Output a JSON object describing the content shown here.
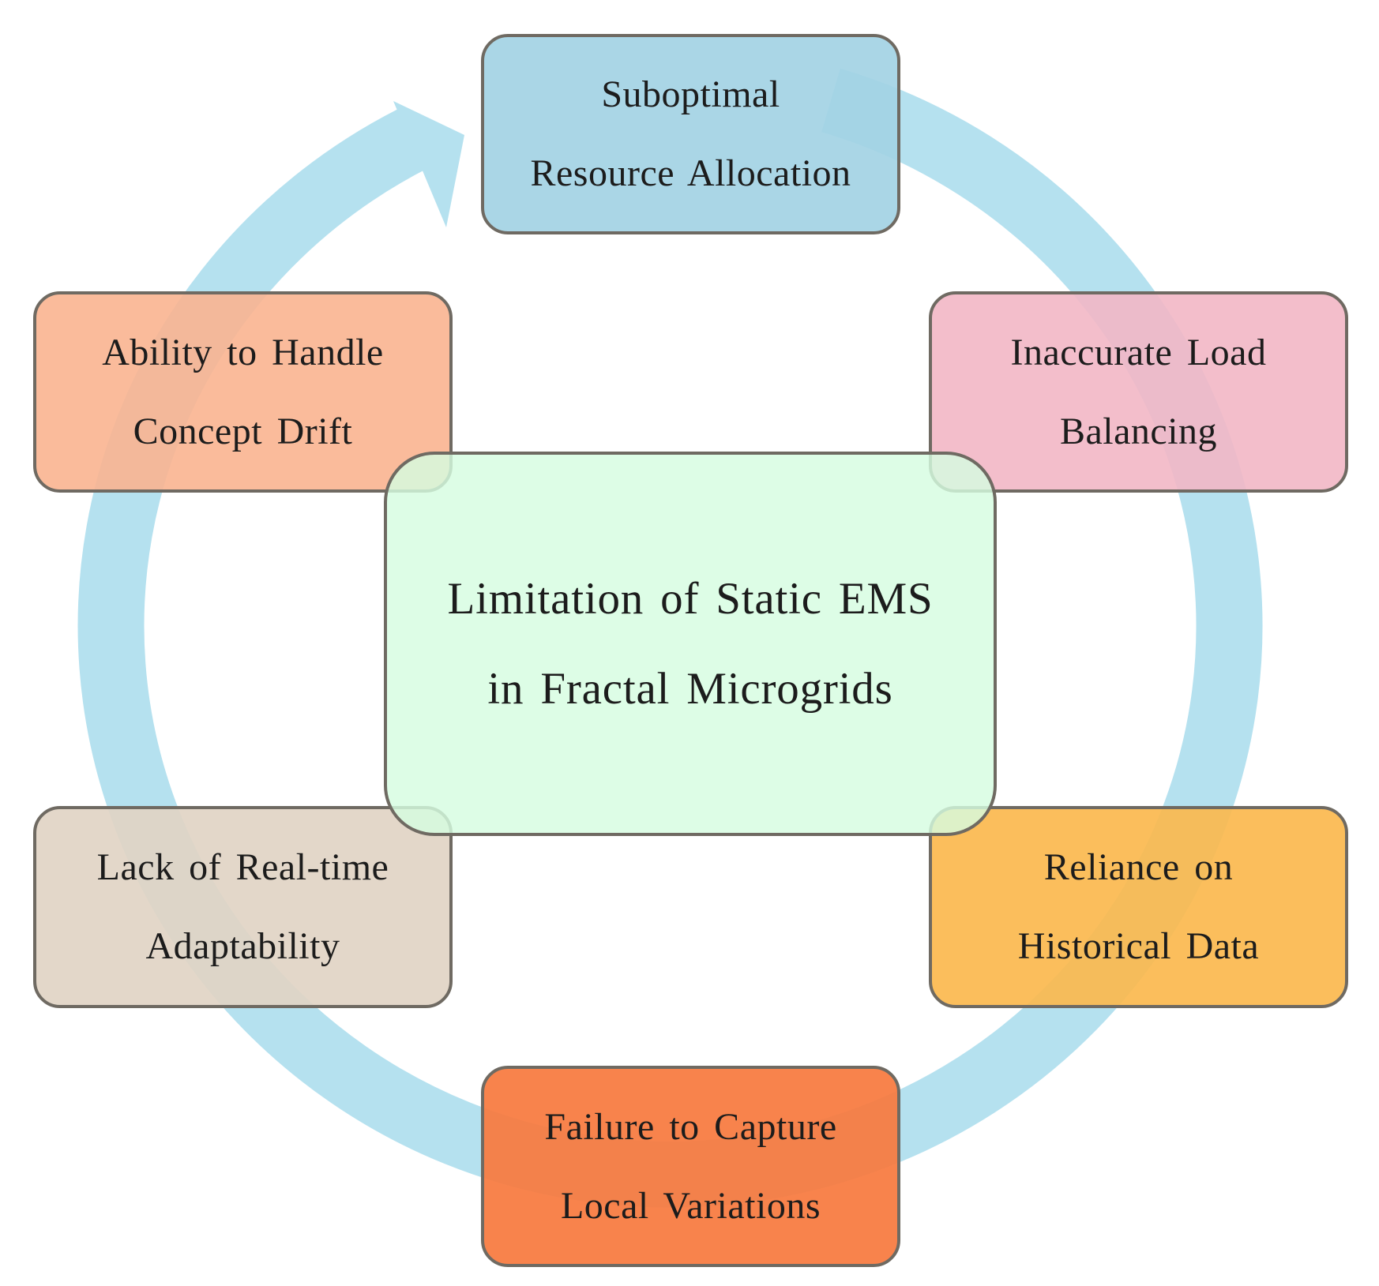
{
  "diagram": {
    "center": {
      "lines": [
        "Limitation of Static EMS",
        "in Fractal Microgrids"
      ]
    },
    "nodes": [
      {
        "id": "suboptimal-resource-allocation",
        "lines": [
          "Suboptimal",
          "Resource Allocation"
        ]
      },
      {
        "id": "inaccurate-load-balancing",
        "lines": [
          "Inaccurate Load",
          "Balancing"
        ]
      },
      {
        "id": "reliance-on-historical-data",
        "lines": [
          "Reliance on",
          "Historical Data"
        ]
      },
      {
        "id": "failure-to-capture-local-variations",
        "lines": [
          "Failure to Capture",
          "Local Variations"
        ]
      },
      {
        "id": "lack-of-real-time-adaptability",
        "lines": [
          "Lack of Real-time",
          "Adaptability"
        ]
      },
      {
        "id": "ability-to-handle-concept-drift",
        "lines": [
          "Ability to Handle",
          "Concept Drift"
        ]
      }
    ],
    "colors": {
      "ring": "#b5e1ef",
      "border": "#6f6a62",
      "center": "#d6fce0",
      "suboptimal-resource-allocation": "#a3d3e4",
      "inaccurate-load-balancing": "#f2b7c5",
      "reliance-on-historical-data": "#fbb84e",
      "failure-to-capture-local-variations": "#f87a3e",
      "lack-of-real-time-adaptability": "#e1d4c4",
      "ability-to-handle-concept-drift": "#fab490"
    }
  }
}
